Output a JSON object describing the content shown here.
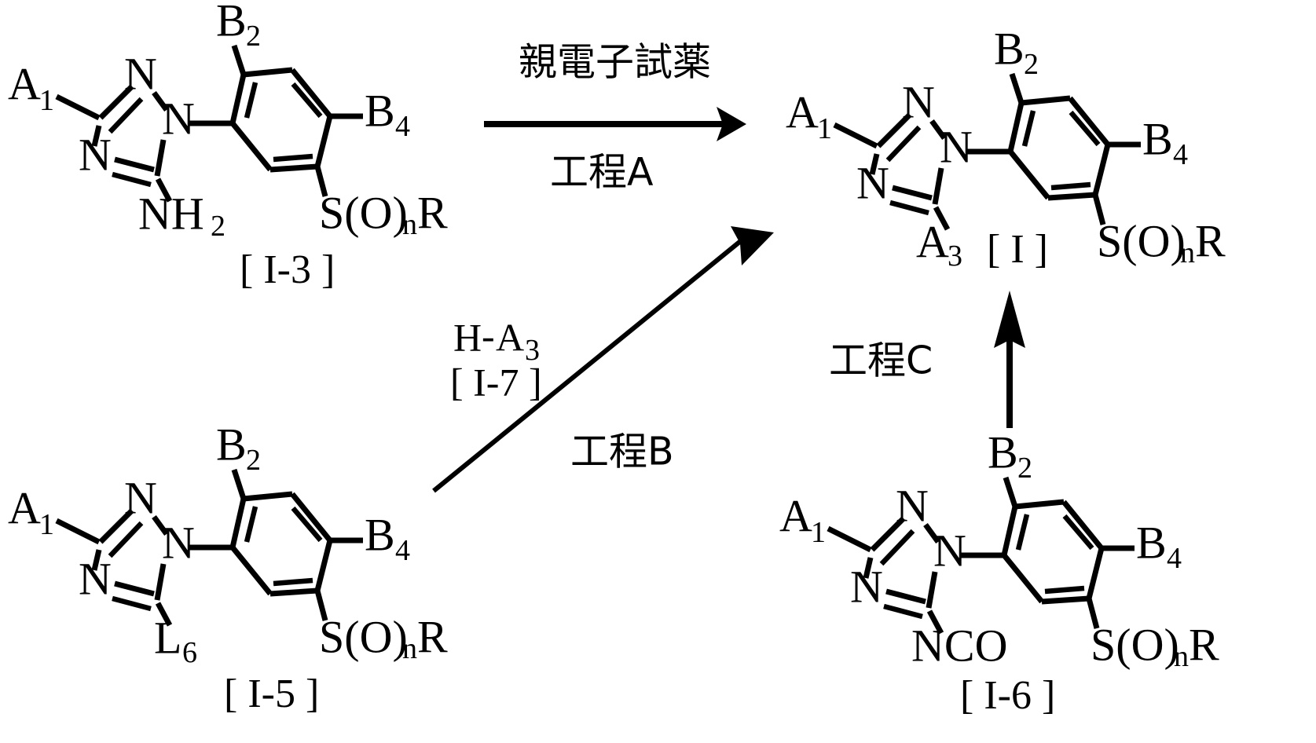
{
  "diagram": {
    "title": "Triazole synthesis reaction scheme",
    "background_color": "#ffffff",
    "ink_color": "#000000"
  },
  "structures": {
    "i3": {
      "label": "[ I-3 ]",
      "atoms": {
        "a1": "A",
        "a1_sub": "1",
        "n_top": "N",
        "n_right": "N",
        "n_left": "N",
        "nh2": "NH",
        "nh2_sub": "2",
        "b2": "B",
        "b2_sub": "2",
        "b4": "B",
        "b4_sub": "4",
        "s": "S(O)",
        "s_sub": "n",
        "s_r": "R"
      }
    },
    "i5": {
      "label": "[ I-5 ]",
      "atoms": {
        "a1": "A",
        "a1_sub": "1",
        "n_top": "N",
        "n_right": "N",
        "n_left": "N",
        "l6": "L",
        "l6_sub": "6",
        "b2": "B",
        "b2_sub": "2",
        "b4": "B",
        "b4_sub": "4",
        "s": "S(O)",
        "s_sub": "n",
        "s_r": "R"
      }
    },
    "i6": {
      "label": "[ I-6 ]",
      "atoms": {
        "a1": "A",
        "a1_sub": "1",
        "n_top": "N",
        "n_right": "N",
        "n_left": "N",
        "nco": "NCO",
        "b2": "B",
        "b2_sub": "2",
        "b4": "B",
        "b4_sub": "4",
        "s": "S(O)",
        "s_sub": "n",
        "s_r": "R"
      }
    },
    "i1": {
      "label": "[ I ]",
      "atoms": {
        "a1": "A",
        "a1_sub": "1",
        "n_top": "N",
        "n_right": "N",
        "n_left": "N",
        "a3": "A",
        "a3_sub": "3",
        "b2": "B",
        "b2_sub": "2",
        "b4": "B",
        "b4_sub": "4",
        "s": "S(O)",
        "s_sub": "n",
        "s_r": "R"
      }
    }
  },
  "arrows": {
    "step_a": {
      "reagent": "親電子試薬",
      "step": "工程A"
    },
    "step_b": {
      "reagent_line1_h": "H",
      "reagent_line1_dash": "-",
      "reagent_line1_a": "A",
      "reagent_line1_sub": "3",
      "reagent_line2": "[ I-7 ]",
      "step": "工程B"
    },
    "step_c": {
      "step": "工程C"
    }
  }
}
